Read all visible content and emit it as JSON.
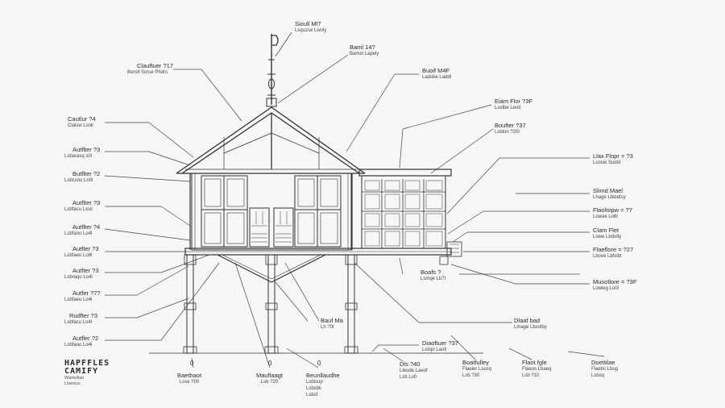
{
  "title_block": {
    "line1": "HAPFFLES",
    "line2": "CAMIFY",
    "line3": "Wartellian",
    "line4": "Lhentus"
  },
  "ground_marks": [
    "0",
    "0",
    "0"
  ],
  "labels": {
    "top_center": {
      "title": "Sioull Ml7",
      "sub": "Lsquzse Lwoly"
    },
    "gable_right": {
      "title": "Baml 14?",
      "sub": "Bamel Lapely"
    },
    "left_roof": {
      "title": "Clauftuer ?17",
      "sub": "Borsif Scrue Phdrs"
    },
    "roof_right": {
      "title": "Buoif M4F",
      "sub": "Ladsbe Laddl"
    },
    "left_1": {
      "title": "Cautlur ?4",
      "sub": "Claisw Lsoll"
    },
    "left_2": {
      "title": "Autflter ?3",
      "sub": "Lsbarasq s0l"
    },
    "left_3": {
      "title": "Butflter ?2",
      "sub": "Lsbcsnu Lo0l"
    },
    "left_4": {
      "title": "Autflter ?3",
      "sub": "Lsbfacu Lxsil"
    },
    "left_5": {
      "title": "Autflter ?4",
      "sub": "Lsbfanu Lo4l"
    },
    "left_6": {
      "title": "Autfter ?3",
      "sub": "Lsbfaeu Lo8l"
    },
    "left_7": {
      "title": "Autfter ?3",
      "sub": "Lsbraqu Lo4l"
    },
    "left_8": {
      "title": "Autfer ?7?",
      "sub": "Lsbfaeu Lo4l"
    },
    "left_9": {
      "title": "Rudfter ?3",
      "sub": "Lsbfacu Lo4l"
    },
    "left_10": {
      "title": "Autfler ?2",
      "sub": "Lsbfaou Lo4l"
    },
    "right_1": {
      "title": "Eiam Flor ?3F",
      "sub": "Loslbe Leoll"
    },
    "right_2": {
      "title": "Boufter ?37",
      "sub": "Lsblon ?20l"
    },
    "right_3": {
      "title": "Llax Flopr = ?3",
      "sub": "Lsosie Sudol"
    },
    "right_4": {
      "title": "Slimd Mael",
      "sub": "Lhage Lbdaltsy"
    },
    "right_5": {
      "title": "Flaoltopw = ?7",
      "sub": "Loasie Lo6l"
    },
    "right_6": {
      "title": "Clam Flet",
      "sub": "Lowe Lbdolty"
    },
    "right_7": {
      "title": "Flaeflore = ?27",
      "sub": "Lbove Lbfsibl"
    },
    "right_8": {
      "title": "Musotlore = ?3F",
      "sub": "Lowleg Lo0l"
    },
    "mid_deck": {
      "title": "Boafs ?",
      "sub": "Lsmqe Lb7l"
    },
    "mid_low": {
      "title": "Bauf Ma",
      "sub": "Lh ?0l"
    },
    "mid_right": {
      "title": "Dlaaf bad",
      "sub": "Lmage Lbsolby"
    },
    "bottom_mid": {
      "title": "Diaoftuer ?37",
      "sub": "Lslopi Laoll"
    },
    "bottom_1": {
      "title": "Baethaot",
      "sub": "Lsse ?00"
    },
    "bottom_2": {
      "title": "Mauflaagt",
      "sub": "Lsb ?20"
    },
    "bottom_3": {
      "title": "Beunllaudhe",
      "sub": "Lsblsop",
      "sub2": "Lsbsbk",
      "sub3": "Lsbsf"
    },
    "bottom_4": {
      "title": "Dls ?40",
      "sub": "Lleude Laeof",
      "sub2": "Lsb Lo0"
    },
    "bottom_5": {
      "title": "Boatfulley",
      "sub": "Flaeler Lsusq",
      "sub2": "Lsb ?30"
    },
    "bottom_6": {
      "title": "Flaot fgle",
      "sub": "Flaeus Lbaeq",
      "sub2": "Lsb ?10"
    },
    "bottom_7": {
      "title": "Doettilae",
      "sub": "Flaebs Lbug",
      "sub2": "Lsbsq"
    }
  }
}
